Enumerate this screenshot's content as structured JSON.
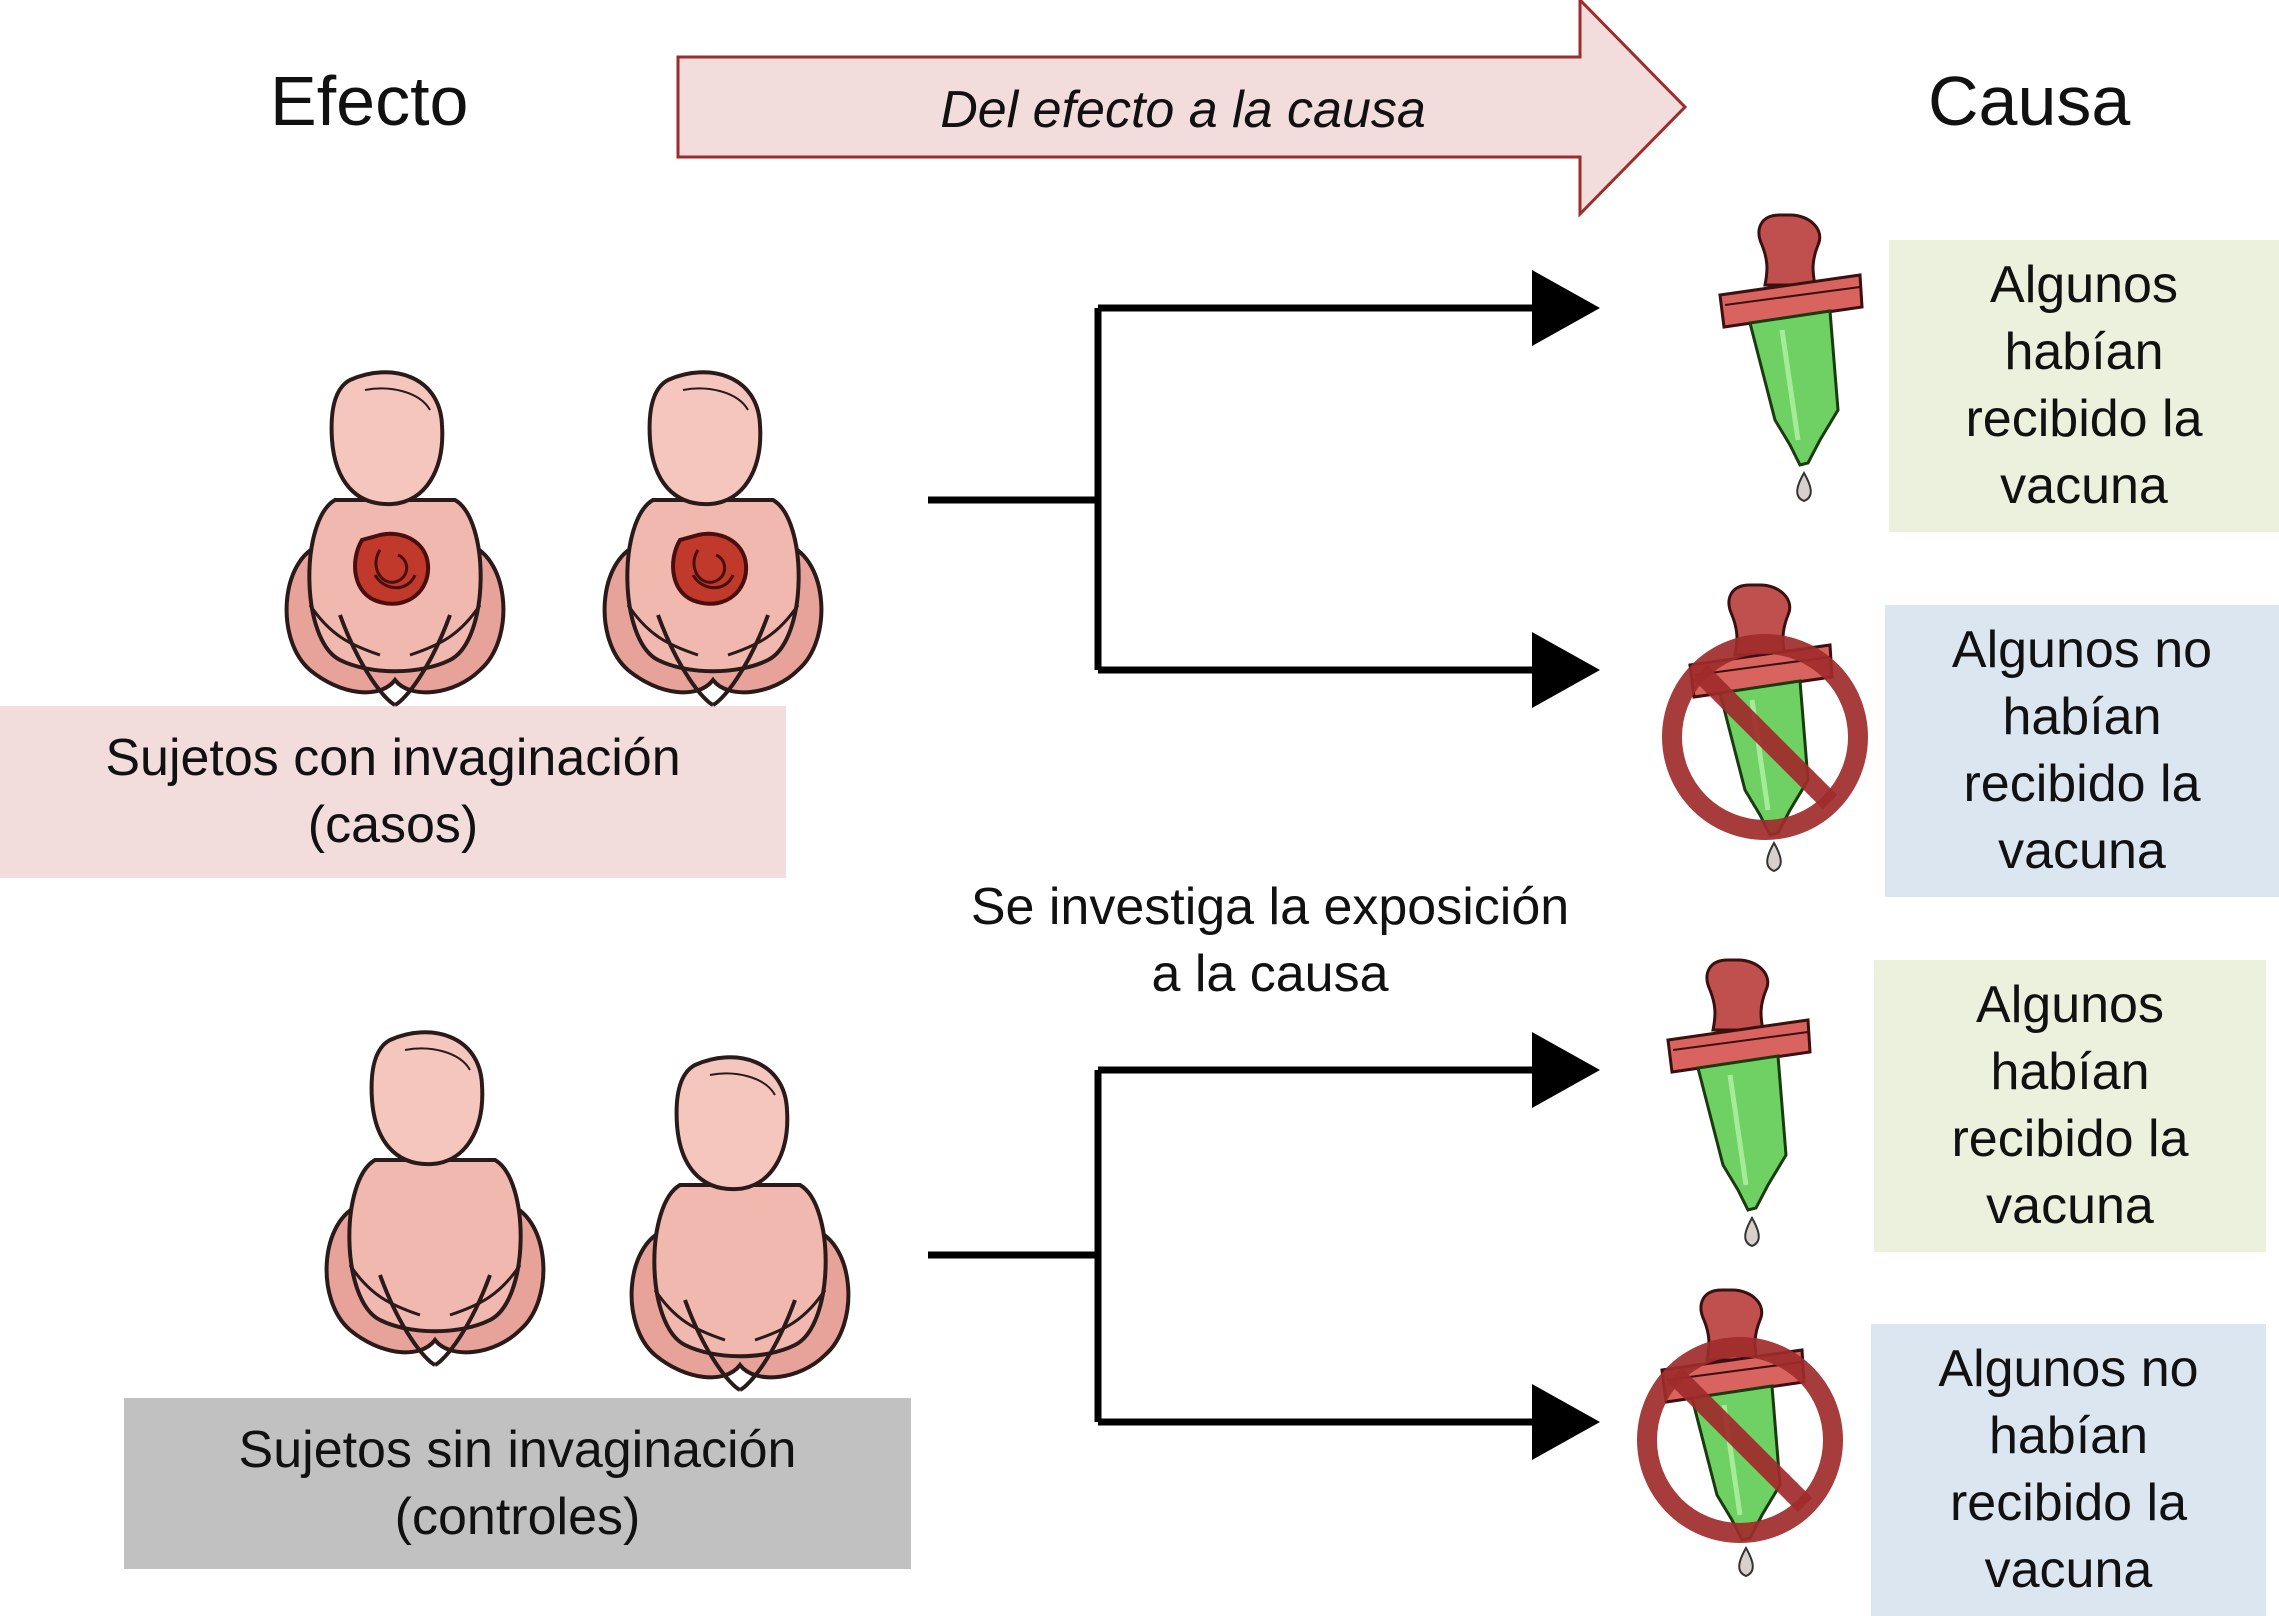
{
  "header": {
    "left": "Efecto",
    "arrow": "Del efecto a la causa",
    "right": "Causa"
  },
  "groups": {
    "cases_label_line1": "Sujetos con invaginación",
    "cases_label_line2": "(casos)",
    "controls_label_line1": "Sujetos sin invaginación",
    "controls_label_line2": "(controles)"
  },
  "middle_note": {
    "line1": "Se investiga la exposición",
    "line2": "a la causa"
  },
  "outcomes": [
    {
      "lines": [
        "Algunos",
        "habían",
        "recibido la",
        "vacuna"
      ]
    },
    {
      "lines": [
        "Algunos no",
        "habían",
        "recibido la",
        "vacuna"
      ]
    },
    {
      "lines": [
        "Algunos",
        "habían",
        "recibido la",
        "vacuna"
      ]
    },
    {
      "lines": [
        "Algunos no",
        "habían",
        "recibido la",
        "vacuna"
      ]
    }
  ],
  "colors": {
    "cases_bg": "#f2dcdc",
    "controls_bg": "#c1c1c1",
    "vaccinated_bg": "#ebf1dd",
    "unvaccinated_bg": "#dce6f1",
    "arrow_fill": "#f2dcdc",
    "arrow_stroke": "#9b2d2d",
    "forbidden": "#a02b2b"
  },
  "icons": [
    "baby-with-intussusception-icon",
    "baby-icon",
    "dropper-icon",
    "no-dropper-icon"
  ]
}
